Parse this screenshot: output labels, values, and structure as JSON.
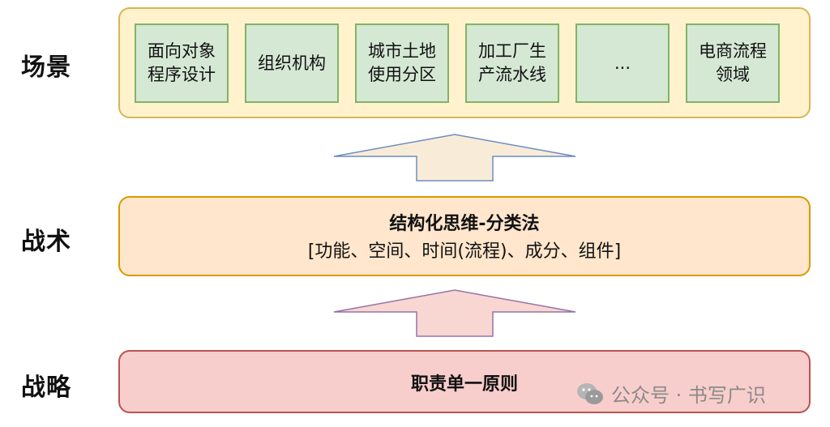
{
  "layers": {
    "scene_label": "场景",
    "tactic_label": "战术",
    "strategy_label": "战略"
  },
  "scenes": [
    "面向对象程序设计",
    "组织机构",
    "城市土地使用分区",
    "加工厂生产流水线",
    "...",
    "电商流程领域"
  ],
  "tactic": {
    "title": "结构化思维-分类法",
    "subtitle": "[功能、空间、时间(流程)、成分、组件]"
  },
  "strategy": {
    "title": "职责单一原则"
  },
  "watermark": {
    "text": "公众号 · 书写广识",
    "icon": "wechat-icon"
  },
  "colors": {
    "scene_fill": "#fff2cc",
    "scene_border": "#d6b656",
    "box_fill": "#d5e8d4",
    "box_border": "#82b366",
    "tactic_fill": "#ffe6cc",
    "tactic_border": "#d79b00",
    "strategy_fill": "#f8cecc",
    "strategy_border": "#b85450"
  }
}
